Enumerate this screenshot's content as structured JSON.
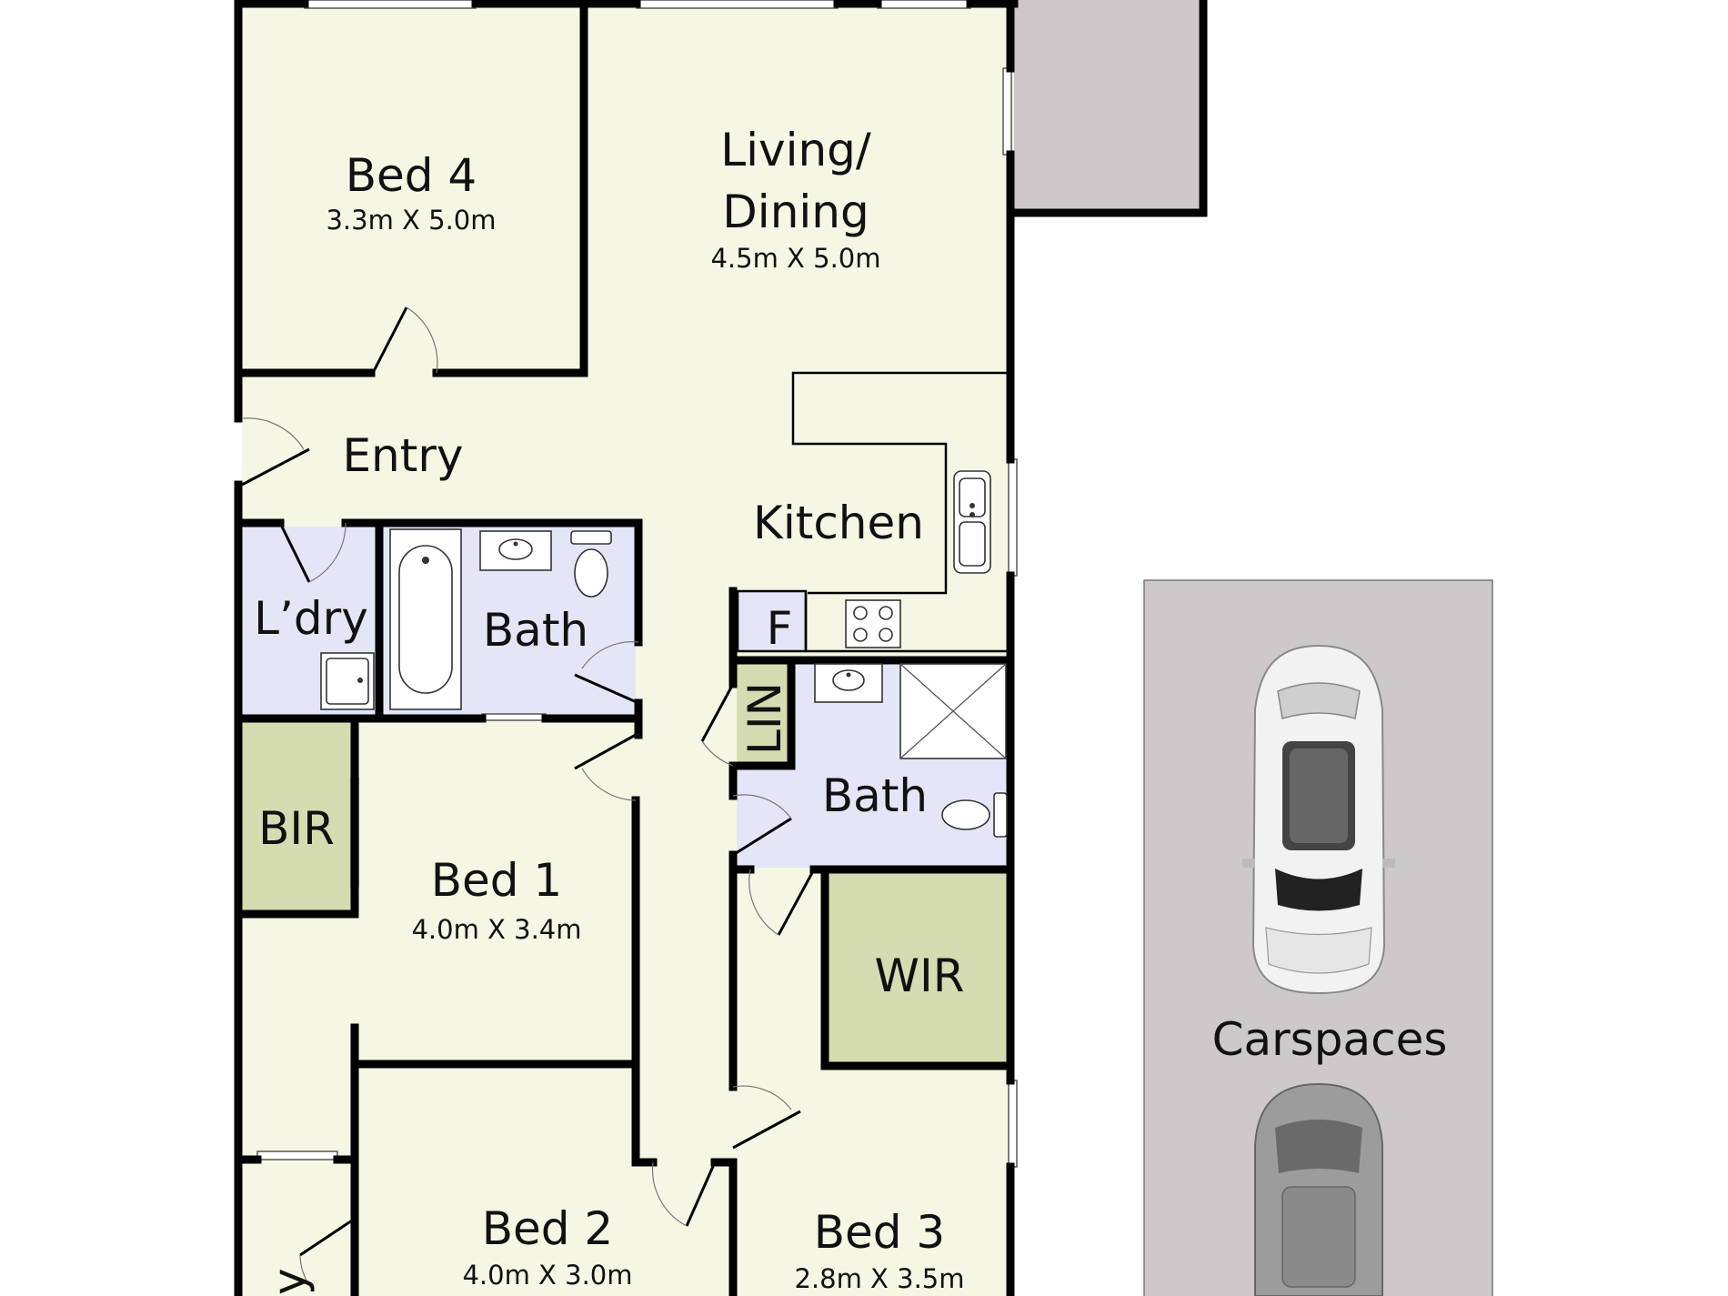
{
  "rooms": {
    "bed4": {
      "name": "Bed 4",
      "size": "3.3m X 5.0m"
    },
    "living": {
      "name_line1": "Living/",
      "name_line2": "Dining",
      "size": "4.5m X 5.0m"
    },
    "entry": {
      "name": "Entry"
    },
    "kitchen": {
      "name": "Kitchen"
    },
    "fridge": {
      "name": "F"
    },
    "laundry": {
      "name": "L’dry"
    },
    "bath_main": {
      "name": "Bath"
    },
    "linen": {
      "name": "LIN"
    },
    "bath_ens": {
      "name": "Bath"
    },
    "bir": {
      "name": "BIR"
    },
    "bed1": {
      "name": "Bed 1",
      "size": "4.0m X 3.4m"
    },
    "wir": {
      "name": "WIR"
    },
    "bed2": {
      "name": "Bed 2",
      "size": "4.0m X 3.0m"
    },
    "bed3": {
      "name": "Bed 3",
      "size": "2.8m X 3.5m"
    },
    "balcony": {
      "name": "ny"
    }
  },
  "carspaces": {
    "label": "Carspaces"
  },
  "colors": {
    "room_fill": "#f6f6e4",
    "wet_area_fill": "#e3e6f6",
    "storage_fill": "#d5dcb2",
    "outdoor_fill": "#cdc9cb",
    "wall": "#000000"
  }
}
